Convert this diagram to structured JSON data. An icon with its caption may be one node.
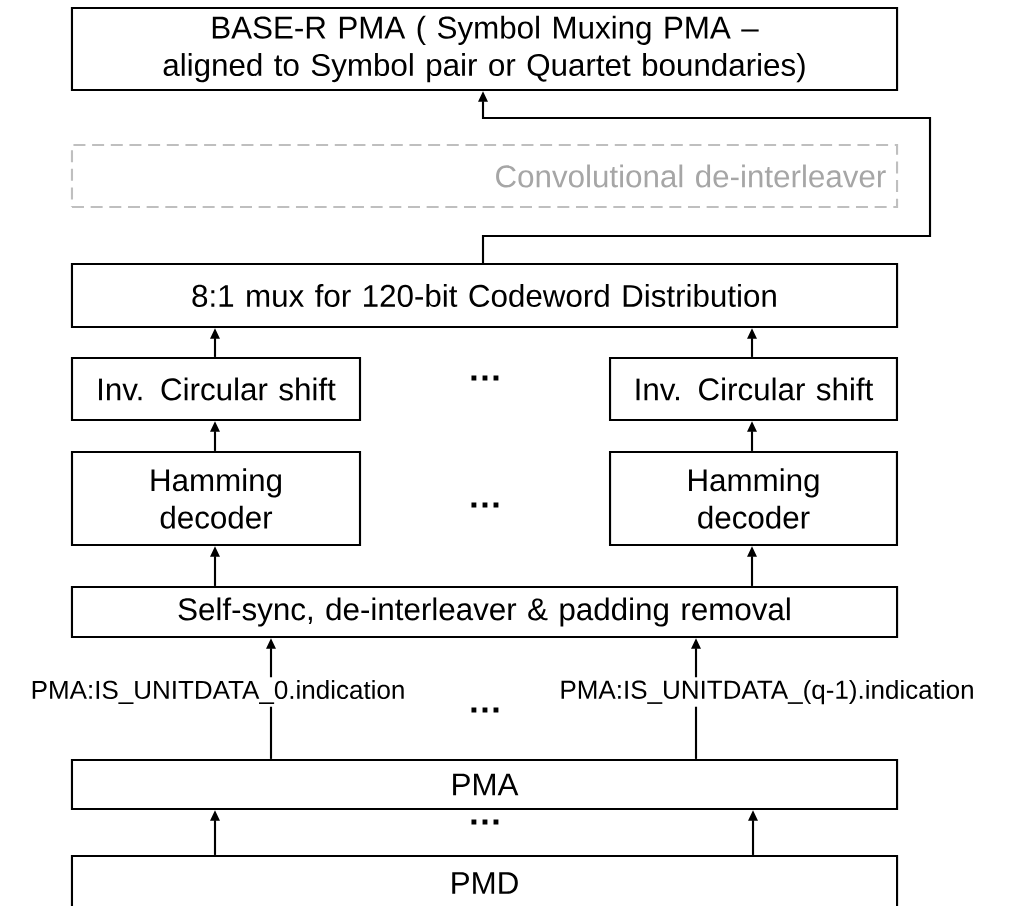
{
  "diagram": {
    "nodes": [
      {
        "text": [
          "BASE-R PMA ( Symbol Muxing PMA – aligned to Symbol pair or Quartet boundaries)"
        ]
      },
      {
        "text": [
          "Convolutional de-interleaver"
        ]
      },
      {
        "text": [
          "8:1 mux for 120-bit Codeword Distribution"
        ]
      },
      {
        "text": [
          "Inv. Circular shift"
        ]
      },
      {
        "text": [
          "Inv. Circular shift"
        ]
      },
      {
        "text": [
          "Hamming decoder"
        ]
      },
      {
        "text": [
          "Hamming decoder"
        ]
      },
      {
        "text": [
          "Self-sync, de-interleaver & padding removal"
        ]
      },
      {
        "text": [
          "PMA"
        ]
      },
      {
        "text": [
          "PMD"
        ]
      }
    ],
    "edges": [
      {
        "from": 2,
        "to": 0,
        "arrow": "to"
      },
      {
        "from": 3,
        "to": 2,
        "arrow": "to"
      },
      {
        "from": 4,
        "to": 2,
        "arrow": "to"
      },
      {
        "from": 5,
        "to": 3,
        "arrow": "to"
      },
      {
        "from": 6,
        "to": 4,
        "arrow": "to"
      },
      {
        "from": 7,
        "to": 5,
        "arrow": "to"
      },
      {
        "from": 7,
        "to": 6,
        "arrow": "to"
      },
      {
        "from": 8,
        "to": 7,
        "arrow": "to",
        "label": "PMA:IS_UNITDATA_0.indication"
      },
      {
        "from": 8,
        "to": 7,
        "arrow": "to",
        "label": "PMA:IS_UNITDATA_(q-1).indication"
      },
      {
        "from": 9,
        "to": 8,
        "arrow": "to"
      },
      {
        "from": 9,
        "to": 8,
        "arrow": "to"
      }
    ],
    "labels": [
      "…",
      "…",
      "…",
      "…"
    ]
  }
}
